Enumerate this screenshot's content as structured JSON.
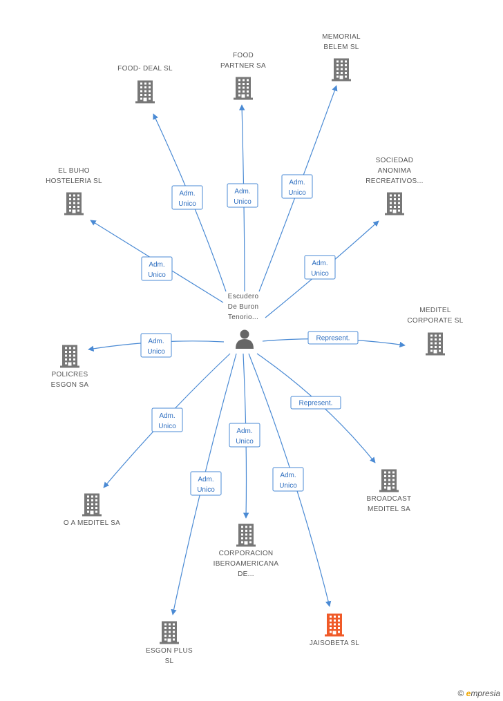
{
  "center": {
    "name_lines": [
      "Escudero",
      "De Buron",
      "Tenorio..."
    ],
    "icon": "person-icon"
  },
  "companies": [
    {
      "id": "food-deal",
      "lines": [
        "FOOD- DEAL  SL"
      ],
      "color": "#777777"
    },
    {
      "id": "food-partner",
      "lines": [
        "FOOD",
        "PARTNER SA"
      ],
      "color": "#777777"
    },
    {
      "id": "memorial-belem",
      "lines": [
        "MEMORIAL",
        "BELEM  SL"
      ],
      "color": "#777777"
    },
    {
      "id": "el-buho",
      "lines": [
        "EL BUHO",
        "HOSTELERIA SL"
      ],
      "color": "#777777"
    },
    {
      "id": "sociedad-anonima",
      "lines": [
        "SOCIEDAD",
        "ANONIMA",
        "RECREATIVOS..."
      ],
      "color": "#777777"
    },
    {
      "id": "meditel-corporate",
      "lines": [
        "MEDITEL",
        "CORPORATE SL"
      ],
      "color": "#777777"
    },
    {
      "id": "policres-esgon",
      "lines": [
        "POLICRES",
        "ESGON SA"
      ],
      "color": "#777777"
    },
    {
      "id": "broadcast-meditel",
      "lines": [
        "BROADCAST",
        "MEDITEL SA"
      ],
      "color": "#777777"
    },
    {
      "id": "o-a-meditel",
      "lines": [
        "O A MEDITEL SA"
      ],
      "color": "#777777"
    },
    {
      "id": "corporacion",
      "lines": [
        "CORPORACION",
        "IBEROAMERICANA",
        "DE..."
      ],
      "color": "#777777"
    },
    {
      "id": "esgon-plus",
      "lines": [
        "ESGON PLUS",
        "SL"
      ],
      "color": "#777777"
    },
    {
      "id": "jaisobeta",
      "lines": [
        "JAISOBETA SL"
      ],
      "color": "#f05a28"
    }
  ],
  "edges": [
    {
      "target": "food-deal",
      "label_lines": [
        "Adm.",
        "Unico"
      ]
    },
    {
      "target": "food-partner",
      "label_lines": [
        "Adm.",
        "Unico"
      ]
    },
    {
      "target": "memorial-belem",
      "label_lines": [
        "Adm.",
        "Unico"
      ]
    },
    {
      "target": "el-buho",
      "label_lines": [
        "Adm.",
        "Unico"
      ]
    },
    {
      "target": "sociedad-anonima",
      "label_lines": [
        "Adm.",
        "Unico"
      ]
    },
    {
      "target": "meditel-corporate",
      "label_lines": [
        "Represent."
      ]
    },
    {
      "target": "policres-esgon",
      "label_lines": [
        "Adm.",
        "Unico"
      ]
    },
    {
      "target": "broadcast-meditel",
      "label_lines": [
        "Represent."
      ]
    },
    {
      "target": "o-a-meditel",
      "label_lines": [
        "Adm.",
        "Unico"
      ]
    },
    {
      "target": "corporacion",
      "label_lines": [
        "Adm.",
        "Unico"
      ]
    },
    {
      "target": "esgon-plus",
      "label_lines": [
        "Adm.",
        "Unico"
      ]
    },
    {
      "target": "jaisobeta",
      "label_lines": [
        "Adm.",
        "Unico"
      ]
    }
  ],
  "brand": {
    "copyright": "©",
    "first_letter": "e",
    "rest": "mpresia"
  }
}
